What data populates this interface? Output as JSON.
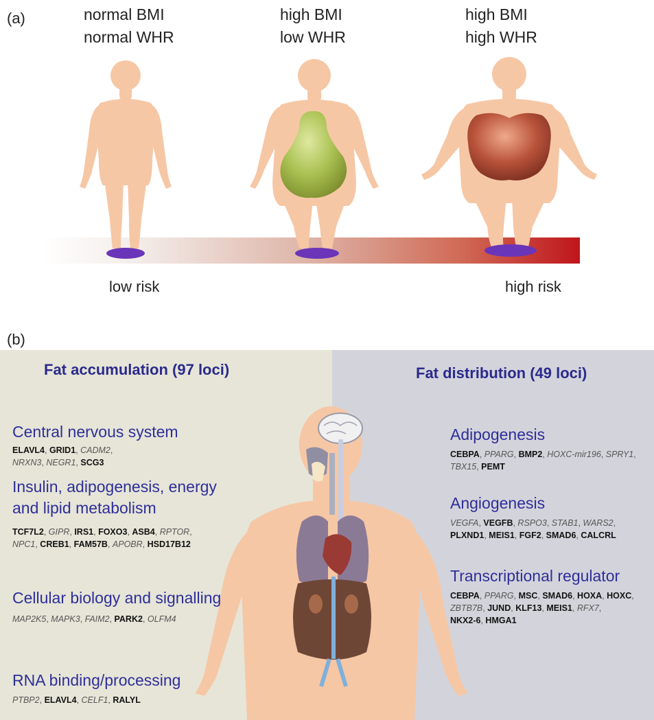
{
  "panel_a": {
    "label": "(a)",
    "figures": [
      {
        "line1": "normal BMI",
        "line2": "normal WHR"
      },
      {
        "line1": "high BMI",
        "line2": "low WHR"
      },
      {
        "line1": "high BMI",
        "line2": "high WHR"
      }
    ],
    "risk_low": "low risk",
    "risk_high": "high risk"
  },
  "panel_b": {
    "label": "(b)",
    "left": {
      "title": "Fat accumulation (97 loci)",
      "categories": [
        {
          "title_lines": [
            "Central nervous system"
          ],
          "gene_lines": [
            [
              {
                "t": "ELAVL4",
                "b": true
              },
              {
                "t": ", ",
                "sep": true
              },
              {
                "t": "GRID1",
                "b": true
              },
              {
                "t": ", ",
                "sep": true
              },
              {
                "t": "CADM2",
                "b": false
              },
              {
                "t": ",",
                "sep": true
              }
            ],
            [
              {
                "t": "NRXN3",
                "b": false
              },
              {
                "t": ", ",
                "sep": true
              },
              {
                "t": "NEGR1",
                "b": false
              },
              {
                "t": ", ",
                "sep": true
              },
              {
                "t": "SCG3",
                "b": true
              }
            ]
          ]
        },
        {
          "title_lines": [
            "Insulin, adipogenesis, energy",
            "and lipid metabolism"
          ],
          "gene_lines": [
            [
              {
                "t": "TCF7L2",
                "b": true
              },
              {
                "t": ", ",
                "sep": true
              },
              {
                "t": "GIPR",
                "b": false
              },
              {
                "t": ", ",
                "sep": true
              },
              {
                "t": "IRS1",
                "b": true
              },
              {
                "t": ", ",
                "sep": true
              },
              {
                "t": "FOXO3",
                "b": true
              },
              {
                "t": ", ",
                "sep": true
              },
              {
                "t": "ASB4",
                "b": true
              },
              {
                "t": ", ",
                "sep": true
              },
              {
                "t": "RPTOR",
                "b": false
              },
              {
                "t": ",",
                "sep": true
              }
            ],
            [
              {
                "t": "NPC1",
                "b": false
              },
              {
                "t": ", ",
                "sep": true
              },
              {
                "t": "CREB1",
                "b": true
              },
              {
                "t": ", ",
                "sep": true
              },
              {
                "t": "FAM57B",
                "b": true
              },
              {
                "t": ", ",
                "sep": true
              },
              {
                "t": "APOBR",
                "b": false
              },
              {
                "t": ", ",
                "sep": true
              },
              {
                "t": "HSD17B12",
                "b": true
              }
            ]
          ]
        },
        {
          "title_lines": [
            "Cellular biology and signalling"
          ],
          "gene_lines": [
            [
              {
                "t": "MAP2K5",
                "b": false
              },
              {
                "t": ", ",
                "sep": true
              },
              {
                "t": "MAPK3",
                "b": false
              },
              {
                "t": ", ",
                "sep": true
              },
              {
                "t": "FAIM2",
                "b": false
              },
              {
                "t": ", ",
                "sep": true
              },
              {
                "t": "PARK2",
                "b": true
              },
              {
                "t": ", ",
                "sep": true
              },
              {
                "t": "OLFM4",
                "b": false
              }
            ]
          ]
        },
        {
          "title_lines": [
            "RNA binding/processing"
          ],
          "gene_lines": [
            [
              {
                "t": "PTBP2",
                "b": false
              },
              {
                "t": ", ",
                "sep": true
              },
              {
                "t": "ELAVL4",
                "b": true
              },
              {
                "t": ", ",
                "sep": true
              },
              {
                "t": "CELF1",
                "b": false
              },
              {
                "t": ", ",
                "sep": true
              },
              {
                "t": "RALYL",
                "b": true
              }
            ]
          ]
        }
      ]
    },
    "right": {
      "title": "Fat distribution (49 loci)",
      "categories": [
        {
          "title_lines": [
            "Adipogenesis"
          ],
          "gene_lines": [
            [
              {
                "t": "CEBPA",
                "b": true
              },
              {
                "t": ", ",
                "sep": true
              },
              {
                "t": "PPARG",
                "b": false
              },
              {
                "t": ", ",
                "sep": true
              },
              {
                "t": "BMP2",
                "b": true
              },
              {
                "t": ", ",
                "sep": true
              },
              {
                "t": "HOXC-mir196",
                "b": false
              },
              {
                "t": ", ",
                "sep": true
              },
              {
                "t": "SPRY1",
                "b": false
              },
              {
                "t": ",",
                "sep": true
              }
            ],
            [
              {
                "t": "TBX15",
                "b": false
              },
              {
                "t": ", ",
                "sep": true
              },
              {
                "t": "PEMT",
                "b": true
              }
            ]
          ]
        },
        {
          "title_lines": [
            "Angiogenesis"
          ],
          "gene_lines": [
            [
              {
                "t": "VEGFA",
                "b": false
              },
              {
                "t": ", ",
                "sep": true
              },
              {
                "t": "VEGFB",
                "b": true
              },
              {
                "t": ", ",
                "sep": true
              },
              {
                "t": "RSPO3",
                "b": false
              },
              {
                "t": ", ",
                "sep": true
              },
              {
                "t": "STAB1",
                "b": false
              },
              {
                "t": ", ",
                "sep": true
              },
              {
                "t": "WARS2",
                "b": false
              },
              {
                "t": ",",
                "sep": true
              }
            ],
            [
              {
                "t": "PLXND1",
                "b": true
              },
              {
                "t": ", ",
                "sep": true
              },
              {
                "t": "MEIS1",
                "b": true
              },
              {
                "t": ", ",
                "sep": true
              },
              {
                "t": "FGF2",
                "b": true
              },
              {
                "t": ", ",
                "sep": true
              },
              {
                "t": "SMAD6",
                "b": true
              },
              {
                "t": ", ",
                "sep": true
              },
              {
                "t": "CALCRL",
                "b": true
              }
            ]
          ]
        },
        {
          "title_lines": [
            "Transcriptional regulator"
          ],
          "gene_lines": [
            [
              {
                "t": "CEBPA",
                "b": true
              },
              {
                "t": ", ",
                "sep": true
              },
              {
                "t": "PPARG",
                "b": false
              },
              {
                "t": ", ",
                "sep": true
              },
              {
                "t": "MSC",
                "b": true
              },
              {
                "t": ", ",
                "sep": true
              },
              {
                "t": "SMAD6",
                "b": true
              },
              {
                "t": ", ",
                "sep": true
              },
              {
                "t": "HOXA",
                "b": true
              },
              {
                "t": ", ",
                "sep": true
              },
              {
                "t": "HOXC",
                "b": true
              },
              {
                "t": ",",
                "sep": true
              }
            ],
            [
              {
                "t": "ZBTB7B",
                "b": false
              },
              {
                "t": ", ",
                "sep": true
              },
              {
                "t": "JUND",
                "b": true
              },
              {
                "t": ", ",
                "sep": true
              },
              {
                "t": "KLF13",
                "b": true
              },
              {
                "t": ", ",
                "sep": true
              },
              {
                "t": "MEIS1",
                "b": true
              },
              {
                "t": ", ",
                "sep": true
              },
              {
                "t": "RFX7",
                "b": false
              },
              {
                "t": ",",
                "sep": true
              }
            ],
            [
              {
                "t": "NKX2-6",
                "b": true
              },
              {
                "t": ", ",
                "sep": true
              },
              {
                "t": "HMGA1",
                "b": true
              }
            ]
          ]
        }
      ]
    }
  },
  "colors": {
    "skin": "#f6c7a5",
    "left_bg": "#e6e5d8",
    "right_bg": "#d3d4db",
    "heading": "#2b2a8c",
    "risk_high": "#c0151b",
    "scale_purple": "#6a35b8",
    "pear": "#a9c153",
    "apple": "#b8523a"
  }
}
